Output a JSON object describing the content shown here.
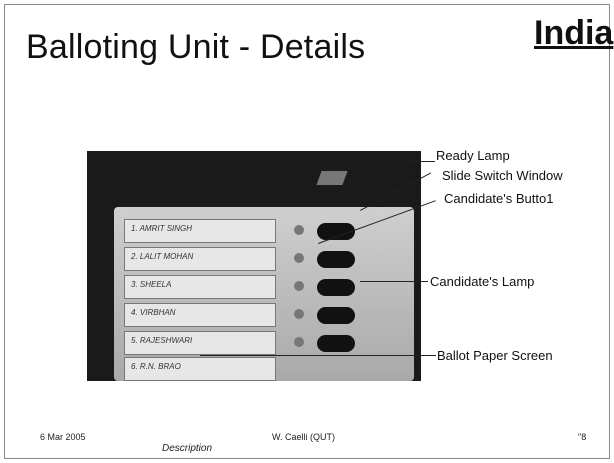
{
  "slide": {
    "title": "Balloting Unit - Details",
    "country": "India",
    "labels": {
      "ready_lamp": "Ready Lamp",
      "slide_switch_window": "Slide Switch Window",
      "candidates_button": "Candidate's Butto​1",
      "candidates_lamp": "Candidate's Lamp",
      "ballot_paper_screen": "Ballot Paper Screen"
    },
    "footer": {
      "date": "6 Mar 2005",
      "author": "W. Caelli (QUT)",
      "page": "\"8",
      "description": "Description"
    },
    "photo_candidates": [
      "1. AMRIT SINGH",
      "2. LALIT MOHAN",
      "3. SHEELA",
      "4. VIRBHAN",
      "5. RAJESHWARI",
      "6. R.N. BRAO"
    ]
  }
}
